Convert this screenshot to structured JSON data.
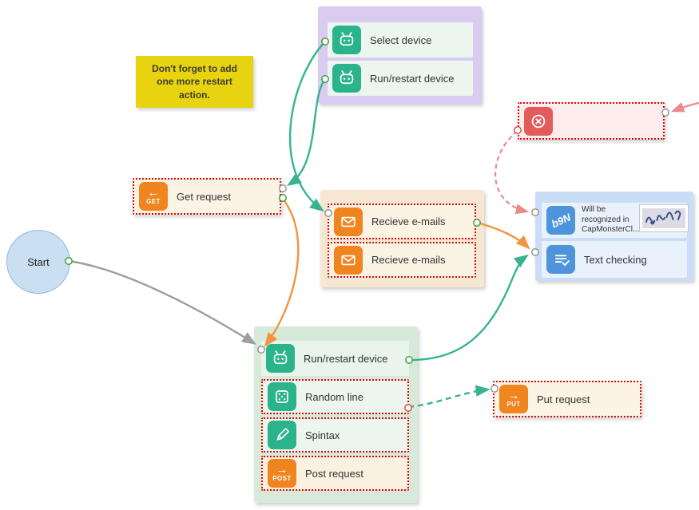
{
  "note": {
    "text": "Don't forget to add one more restart action."
  },
  "start": {
    "label": "Start"
  },
  "groups": {
    "purple": {
      "items": [
        {
          "label": "Select device",
          "icon": "android-icon"
        },
        {
          "label": "Run/restart device",
          "icon": "android-icon"
        }
      ]
    },
    "orange": {
      "items": [
        {
          "label": "Recieve e-mails",
          "icon": "envelope-icon"
        },
        {
          "label": "Recieve e-mails",
          "icon": "envelope-icon"
        }
      ]
    },
    "blue": {
      "items": [
        {
          "label": "Will be recognized in CapMonsterCl...",
          "icon": "captcha-icon",
          "icon_text": "b9N"
        },
        {
          "label": "Text checking",
          "icon": "text-check-icon"
        }
      ]
    },
    "green": {
      "items": [
        {
          "label": "Run/restart device",
          "icon": "android-icon"
        },
        {
          "label": "Random line",
          "icon": "dice-icon"
        },
        {
          "label": "Spintax",
          "icon": "pencil-icon"
        },
        {
          "label": "Post request",
          "icon": "http-post-icon",
          "badge": "POST"
        }
      ]
    }
  },
  "nodes": {
    "get_request": {
      "label": "Get request",
      "badge": "GET",
      "icon": "http-get-icon"
    },
    "put_request": {
      "label": "Put request",
      "badge": "PUT",
      "icon": "http-put-icon"
    },
    "cancel": {
      "icon": "cancel-icon"
    }
  },
  "colors": {
    "teal": "#2bb38b",
    "orange": "#f0841f",
    "red": "#e25c5c",
    "blue": "#4d94db",
    "line_teal": "#35b491",
    "line_orange": "#f29441",
    "line_gray": "#9e9e9e",
    "line_pink": "#e98b8b",
    "dotted_red": "#e60000",
    "group_purple": "#d9ccf0",
    "group_orange": "#f6e7d2",
    "group_blue": "#c9def6",
    "group_green": "#d7e9d8",
    "item_mint": "#ecf5ee",
    "item_cream": "#fbf3e4",
    "item_blue": "#e9f1fc",
    "item_green1": "#e9f4ec",
    "item_cream2": "#faf1e1",
    "cancel_bg": "#fdecec",
    "note_yellow": "#e7d30f",
    "start_fill": "#cbdff2",
    "start_stroke": "#8fb7dc"
  }
}
